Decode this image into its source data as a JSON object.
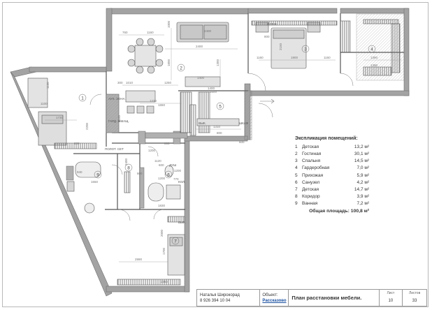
{
  "legend": {
    "title": "Экспликация помещений:",
    "rooms": [
      {
        "n": "1",
        "name": "Детская",
        "area": "13,2 м²"
      },
      {
        "n": "2",
        "name": "Гостиная",
        "area": "30,1 м²"
      },
      {
        "n": "3",
        "name": "Спальня",
        "area": "14,5 м²"
      },
      {
        "n": "4",
        "name": "Гардеробная",
        "area": "7,0 м²"
      },
      {
        "n": "5",
        "name": "Прихожая",
        "area": "5,9 м²"
      },
      {
        "n": "6",
        "name": "Санузел",
        "area": "4,2 м²"
      },
      {
        "n": "7",
        "name": "Детская",
        "area": "14,7 м²"
      },
      {
        "n": "8",
        "name": "Коридор",
        "area": "3,9 м²"
      },
      {
        "n": "9",
        "name": "Ванная",
        "area": "7,2 м²"
      }
    ],
    "total": "Общая площадь: 100,8 м²"
  },
  "title_block": {
    "author": "Наталья Широкорад",
    "phone": "8 926 394 10 04",
    "object_label": "Объект:",
    "object_value": "Рассказово",
    "sheet_title": "План расстановки мебели.",
    "sheet_label": "Лист",
    "sheet_value": "10",
    "sheets_label": "Листов",
    "sheets_value": "33"
  },
  "plan": {
    "room_numbers": [
      "1",
      "2",
      "3",
      "4",
      "5",
      "6",
      "7",
      "8",
      "9"
    ],
    "dimensions": [
      "760",
      "2400",
      "1160",
      "2400",
      "1000",
      "1300",
      "1800",
      "1400",
      "1010",
      "1250",
      "300",
      "1230",
      "2180",
      "1400",
      "1160",
      "1900",
      "1160",
      "1390",
      "1390",
      "800",
      "2150",
      "1730",
      "1310",
      "2200",
      "1650",
      "800",
      "2990",
      "1700",
      "2400",
      "1650",
      "2000",
      "1120",
      "1200",
      "1200",
      "1830",
      "800",
      "880",
      "770",
      "940",
      "1200",
      "600",
      "600",
      "1100",
      "1130",
      "2350",
      "1600",
      "600"
    ],
    "labels": [
      "АУХ. ЗОНА",
      "ГАРД. ЖМАЩ.",
      "ПОЛОТ. СЕТ",
      "2 ЛЕЖ",
      "ДУШ",
      "ВЫК.",
      "ВЫК.",
      "КОЛ.",
      "ШКАФ"
    ]
  }
}
